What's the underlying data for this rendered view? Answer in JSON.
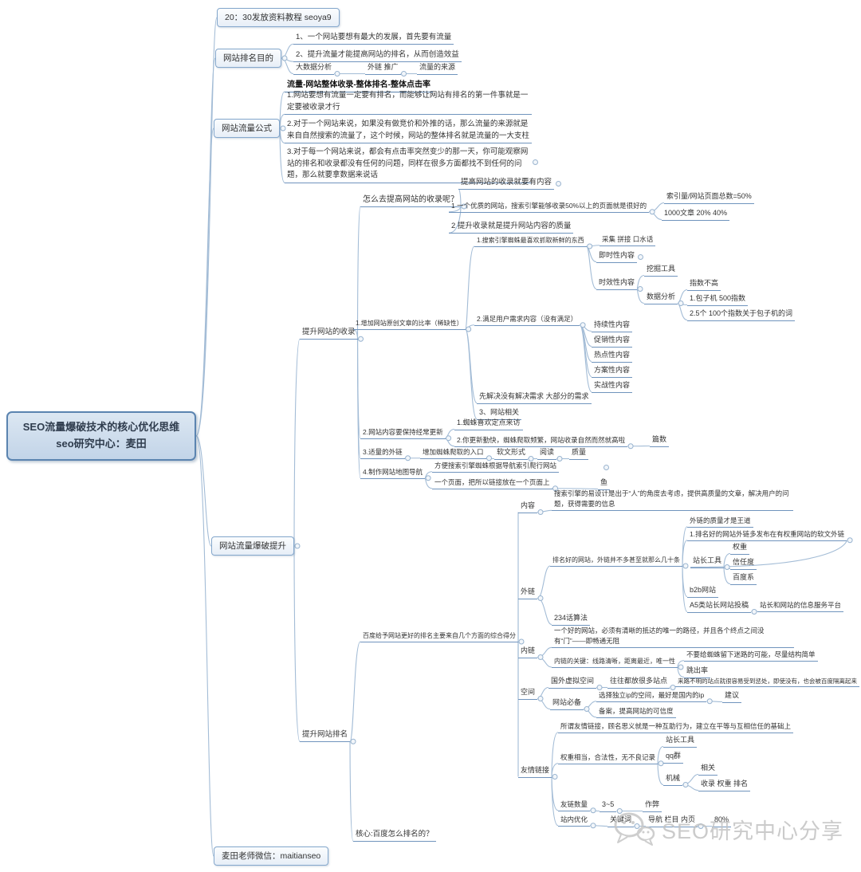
{
  "colors": {
    "wire": "#a3bcd6",
    "underline": "#7094bd",
    "box_border": "#84a7cc",
    "root_bg": "#c2d4e8",
    "root_border": "#5b84b0",
    "watermark": "#c2c2c2"
  },
  "root": {
    "line1": "SEO流量爆破技术的核心优化思维",
    "line2": "seo研究中心：麦田"
  },
  "top_note": {
    "label": "20：30发放资料教程   seoya9"
  },
  "wechat": {
    "label": "麦田老师微信：maitianseo"
  },
  "purpose": {
    "label": "网站排名目的",
    "p1": "1、一个网站要想有最大的发展，首先要有流量",
    "p2": "2、提升流量才能提高网站的排名，从而创造效益",
    "p3a": "大数据分析",
    "p3b": "外链 推广",
    "p3c": "流量的来源"
  },
  "formula": {
    "label": "网站流量公式",
    "head": "流量-网站整体收录-整体排名-整体点击率",
    "f1": "1.网站要想有流量一定要有排名，而能够让网站有排名的第一件事就是一定要被收录才行",
    "f2": "2.对于一个网站来说，如果没有做竞价和外推的话，那么流量的来源就是来自自然搜索的流量了，这个时候，网站的整体排名就是流量的一大支柱",
    "f3": "3.对于每一个网站来说，都会有点击率突然变少的那一天，你可能观察网站的排名和收录都没有任何的问题，同样在很多方面都找不到任何的问题，那么就要拿数据来说话"
  },
  "burst": {
    "label": "网站流量爆破提升",
    "collect": {
      "label": "提升网站的收录",
      "how": {
        "label": "怎么去提高网站的收录呢？",
        "c1": "提高网站的收录就要有内容",
        "c2": "1 一个优质的网站，搜索引擎能够收录50%以上的页面就是很好的",
        "c2a": "索引量/网站页面总数=50%",
        "c2b": "1000文章  20%  40%",
        "c3": "2 提升收录就是提升网站内容的质量"
      },
      "orig": {
        "label": "1.增加网站原创文章的比率（稀缺性）",
        "fresh": "1.搜索引擎蜘蛛最喜欢抓取新鲜的东西",
        "fresh2": "采集 拼接 口水话",
        "instant": "即时性内容",
        "timely": "时效性内容",
        "tool": "挖掘工具",
        "analysis": "数据分析",
        "a1": "指数不高",
        "a2": "1.包子机  500指数",
        "a3": "2.5个 100个指数关于包子机的词",
        "need": "2.满足用户需求内容（没有满足）",
        "t1": "持续性内容",
        "t2": "促销性内容",
        "t3": "热点性内容",
        "t4": "方案性内容",
        "t5": "实战性内容",
        "solve": "先解决没有解决需求 大部分的需求",
        "rel": "3、网站相关"
      },
      "update": {
        "label": "2.网站内容要保持经常更新",
        "u1": "1.蜘蛛喜欢定点来访",
        "u2": "2.你更新勤快，蜘蛛爬取频繁，网站收录自然而然就高啦",
        "u2b": "篇数"
      },
      "outlink": {
        "label": "3.适量的外链",
        "o1": "增加蜘蛛爬取的入口",
        "o2": "软文形式",
        "o3": "阅读",
        "o4": "质量"
      },
      "sitemap": {
        "label": "4.制作网站地图导航",
        "s1": "方便搜索引擎蜘蛛根据导航索引爬行网站",
        "s2": "一个页面，把所以链接放在一个页面上",
        "s2b": "鱼"
      }
    },
    "rank": {
      "label": "提升网站排名",
      "score": "百度给予网站更好的排名主要来自几个方面的综合得分",
      "content": {
        "label": "内容",
        "desc": "搜索引擎的易设计是出于“人”的角度去考虑，提供高质量的文章，解决用户的问题，获得需要的信息"
      },
      "ext": {
        "label": "外链",
        "few": "排名好的网站，外链并不多甚至就那么几十条",
        "quality": "外链的质量才是王道",
        "e1": "1.排名好的网站外链多发布在有权重网站的软文外链",
        "tool": "站长工具",
        "w1": "权重",
        "w2": "信任度",
        "w3": "百度系",
        "b2b": "b2b网站",
        "a5": "A5类站长网站投稿",
        "a5b": "站长和网站的信息服务平台",
        "algo": "234话算法"
      },
      "inner": {
        "label": "内链",
        "path": "一个好的网站，必须有清晰的抵达的唯一的路径，并且各个终点之间没有“门”——即畅通无阻",
        "key": "内链的关键：线路清晰，距离最近，唯一性",
        "k1": "不要给蜘蛛留下迷路的可能，尽量结构简单",
        "k2": "跳出率"
      },
      "space": {
        "label": "空间",
        "f1": "国外虚拟空间",
        "f2": "往往都放很多站点",
        "f3": "来路不明的站点就很容易受到惩处，即使没有，也会被百度隔离起来",
        "must": "网站必备",
        "m1": "选择独立ip的空间，最好是国内的ip",
        "m1b": "建议",
        "m2": "备案，提高网站的可信度"
      },
      "friend": {
        "label": "友情链接",
        "desc": "所谓友情链接，顾名思义就是一种互助行为，建立在平等与互相信任的基础上",
        "cond": "权重相当，合法性，无不良记录",
        "c1": "站长工具",
        "c2": "qq群",
        "c3": "机械",
        "c3a": "相关",
        "c3b": "收录 权重 排名",
        "num": "友链数量",
        "num2": "3~5",
        "num3": "作弊"
      },
      "onsite": {
        "label": "站内优化",
        "k1": "关键词",
        "k2": "导航 栏目 内页",
        "k3": "80%"
      },
      "core": "核心:百度怎么排名的？"
    }
  },
  "watermark": {
    "text": "SEO研究中心分享"
  }
}
